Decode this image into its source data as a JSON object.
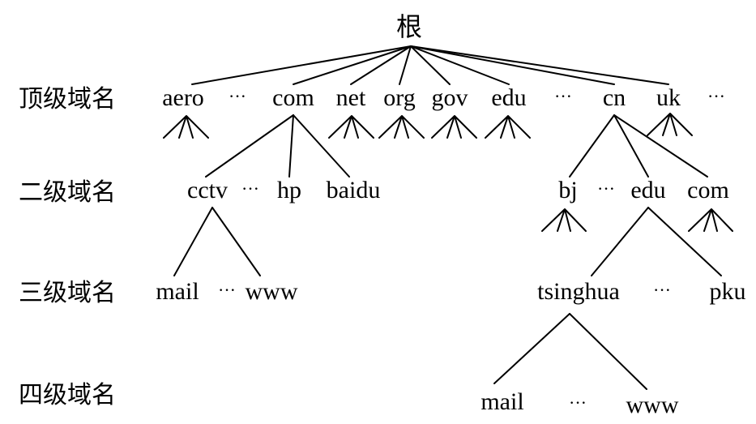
{
  "levels": [
    "顶级域名",
    "二级域名",
    "三级域名",
    "四级域名"
  ],
  "root": {
    "label": "根"
  },
  "top_level": [
    "aero",
    "···",
    "com",
    "net",
    "org",
    "gov",
    "edu",
    "···",
    "cn",
    "uk",
    "···"
  ],
  "second_level_com": [
    "cctv",
    "···",
    "hp",
    "baidu"
  ],
  "second_level_cn": [
    "bj",
    "···",
    "edu",
    "com"
  ],
  "third_level_cctv": [
    "mail",
    "···",
    "www"
  ],
  "third_level_edu": [
    "tsinghua",
    "···",
    "pku"
  ],
  "fourth_level_tsinghua": [
    "mail",
    "···",
    "www"
  ],
  "colors": {
    "line": "#000000",
    "text": "#000000",
    "background": "#ffffff"
  }
}
